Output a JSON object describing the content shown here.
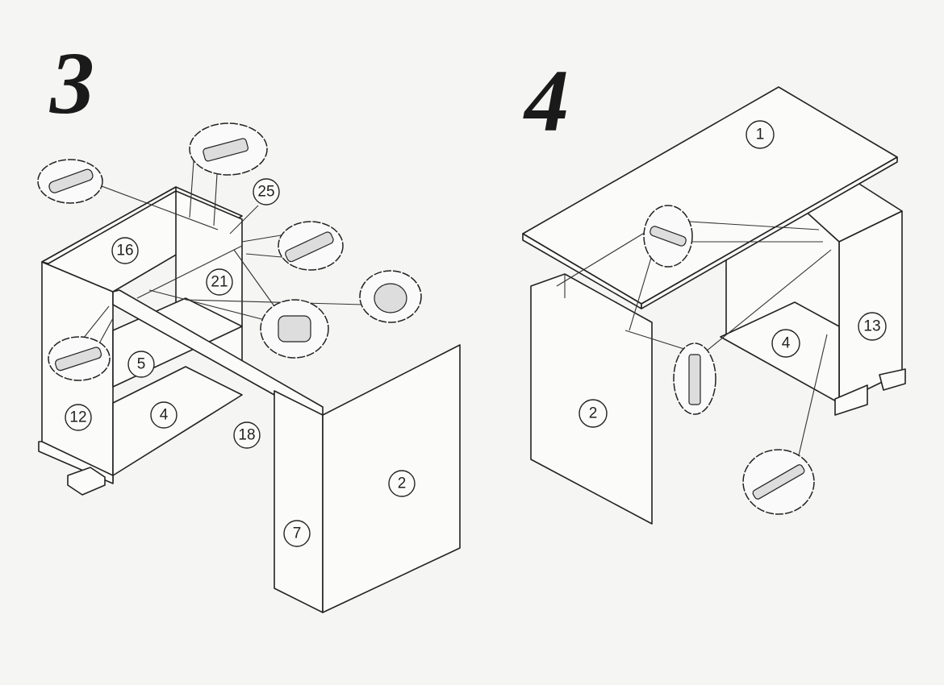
{
  "steps": [
    {
      "number": "3",
      "part_labels": [
        "16",
        "25",
        "21",
        "5",
        "12",
        "4",
        "18",
        "2",
        "7"
      ]
    },
    {
      "number": "4",
      "part_labels": [
        "1",
        "13",
        "4",
        "2"
      ]
    }
  ],
  "icons": [
    "dowel-icon",
    "cam-bolt-icon",
    "cam-lock-icon",
    "screw-icon",
    "connector-bolt-icon"
  ]
}
